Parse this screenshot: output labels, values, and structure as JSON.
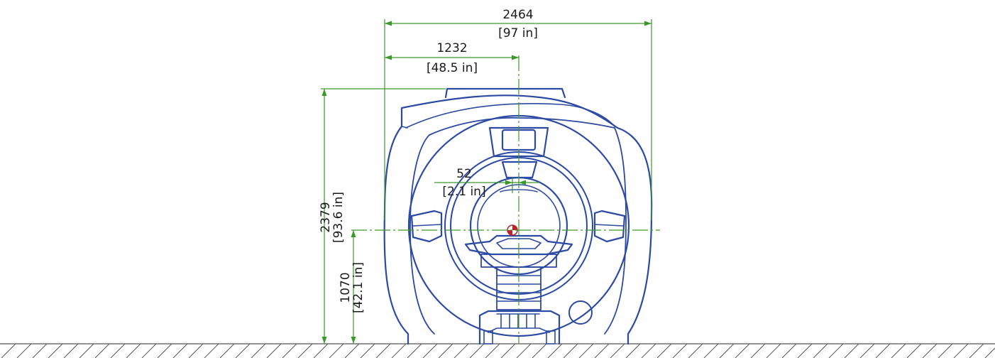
{
  "colors": {
    "machine": "#2b4aa3",
    "dimension": "#3a9a28",
    "ground": "#555555",
    "isocenter_red": "#c0222a",
    "text": "#1a1a1a"
  },
  "dimensions": {
    "overall_width": {
      "value": "2464",
      "imperial": "[97 in]"
    },
    "half_width": {
      "value": "1232",
      "imperial": "[48.5 in]"
    },
    "offset": {
      "value": "52",
      "imperial": "[2.1 in]"
    },
    "overall_height": {
      "value": "2379",
      "imperial": "[93.6 in]"
    },
    "isocenter_height": {
      "value": "1070",
      "imperial": "[42.1 in]"
    }
  },
  "icons": {
    "isocenter": "isocenter-marker-icon"
  }
}
